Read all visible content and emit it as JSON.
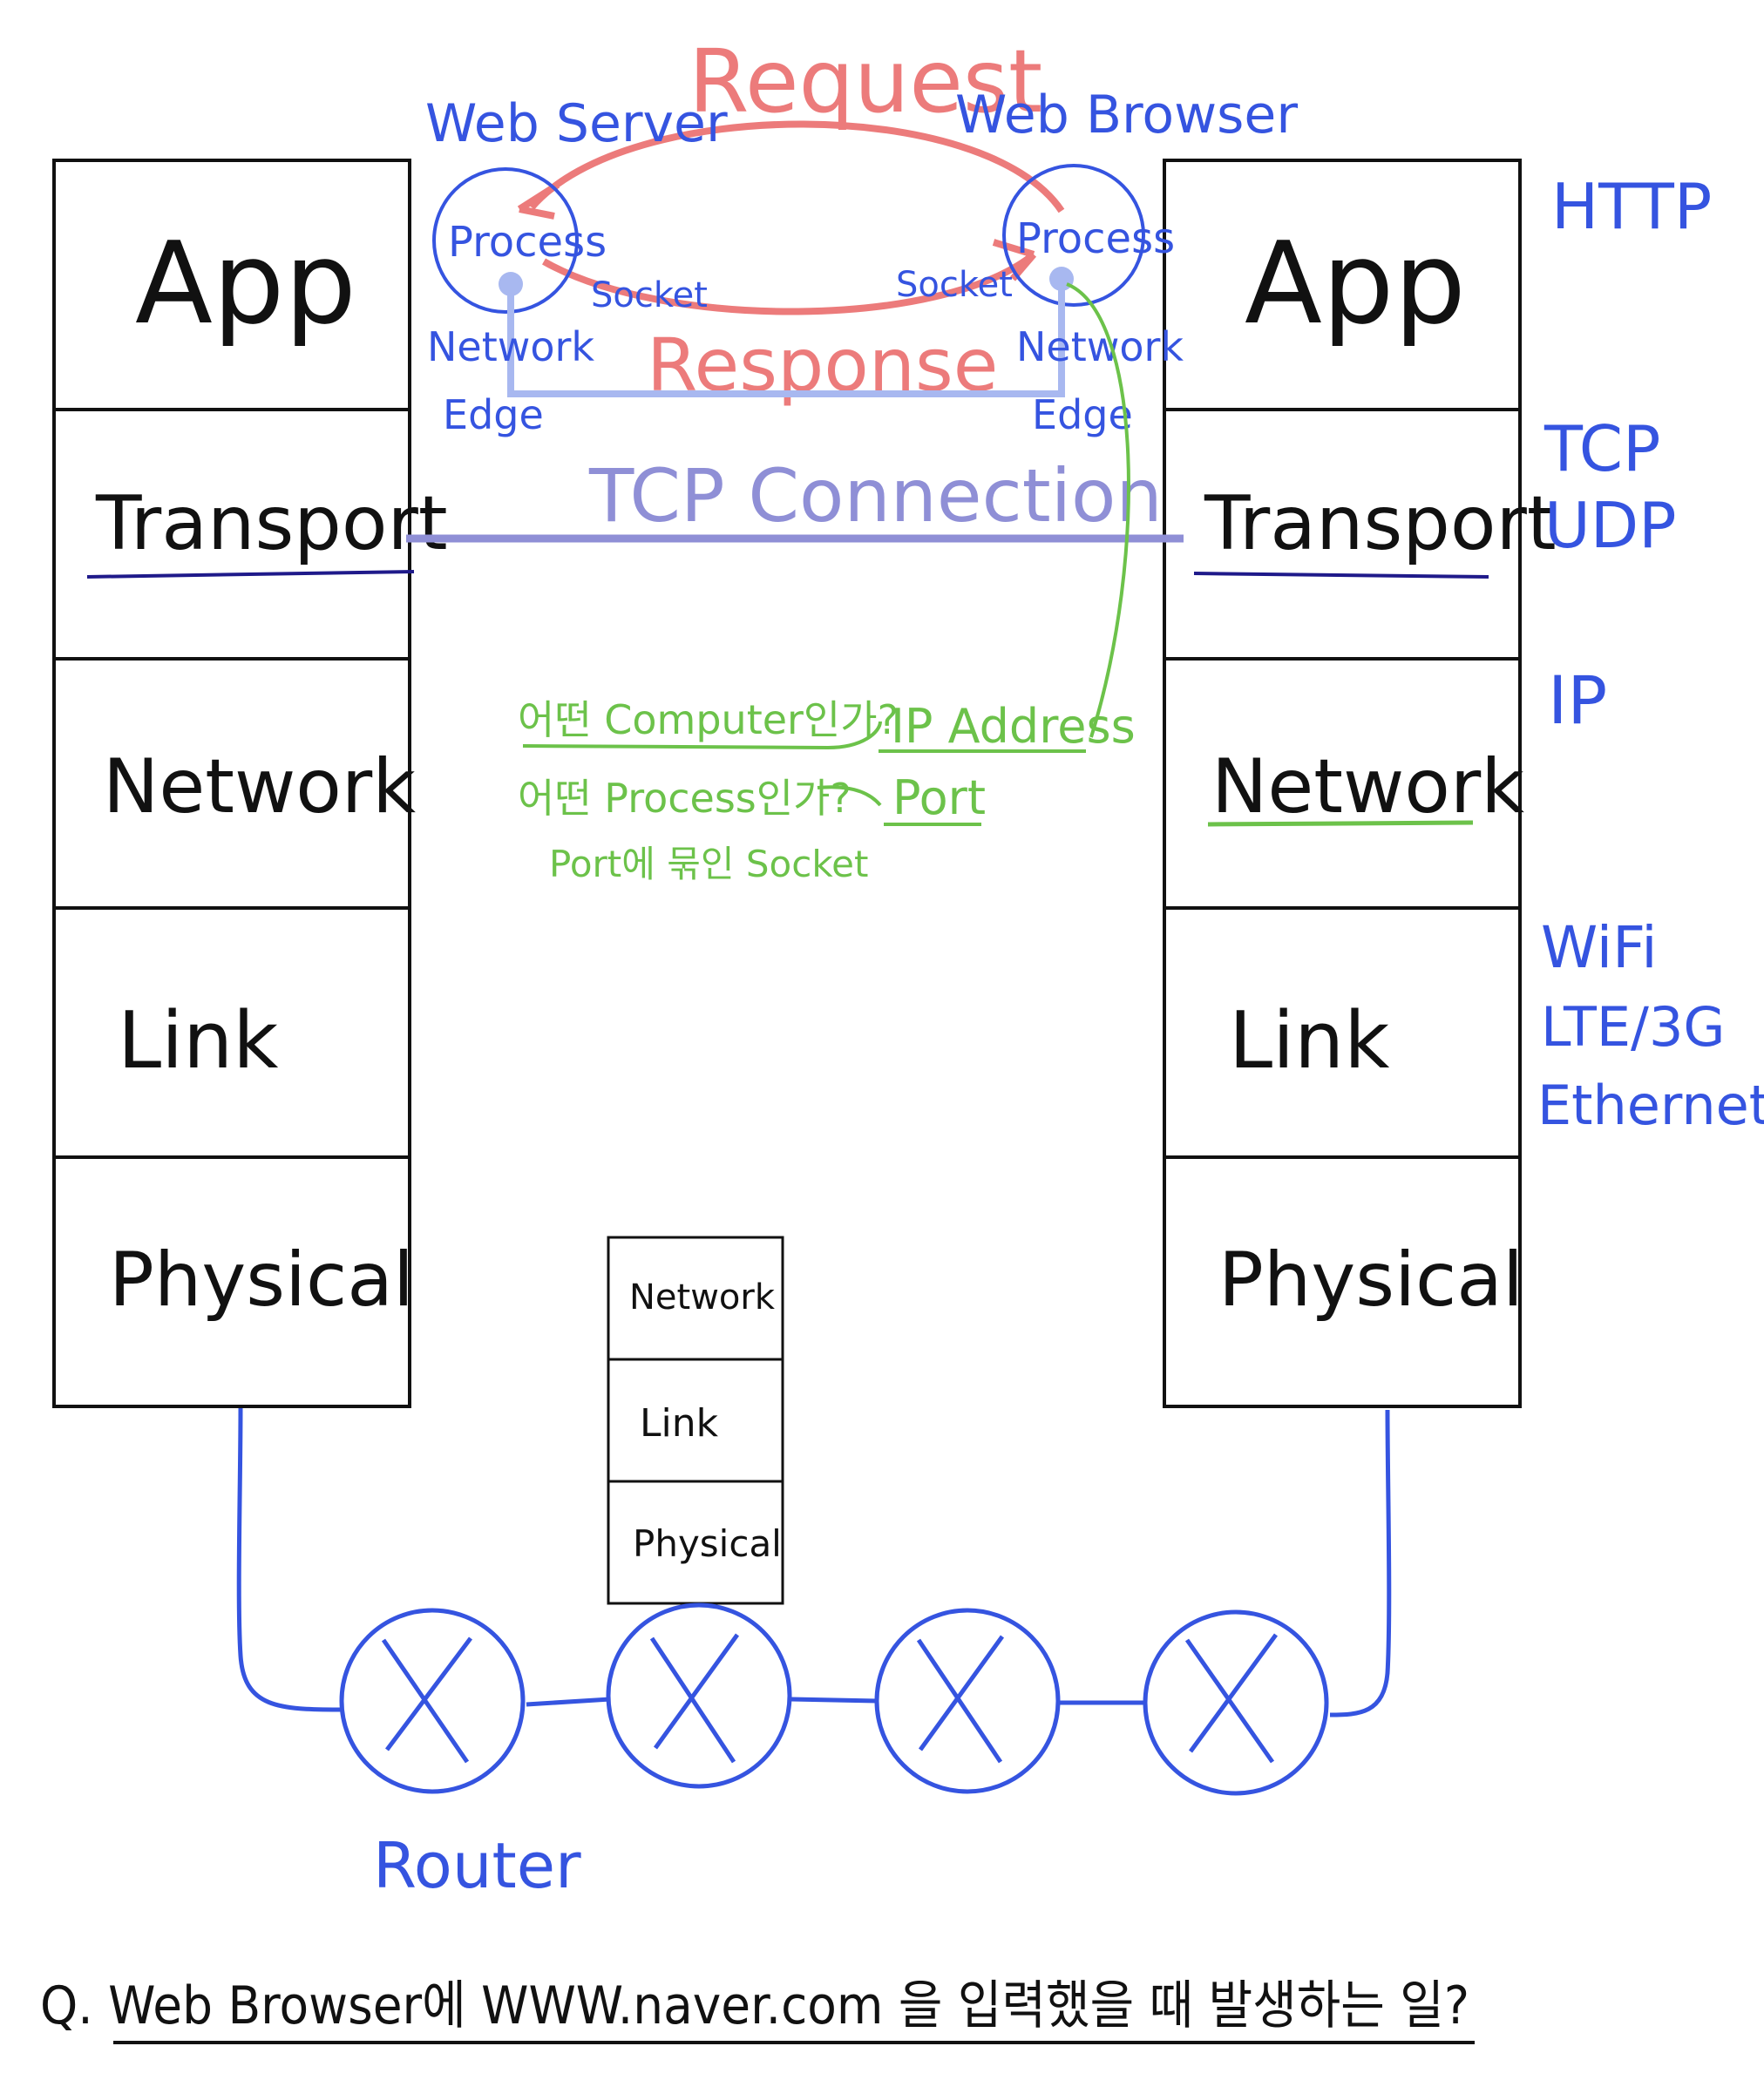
{
  "colors": {
    "black": "#111111",
    "blue": "#3554e0",
    "pale_blue": "#a8b8f0",
    "red": "#ec7b7b",
    "green": "#6cc24a",
    "purple": "#8f8fd6",
    "navy": "#1f1a8a"
  },
  "left_stack": {
    "layers": [
      "App",
      "Transport",
      "Network",
      "Link",
      "Physical"
    ]
  },
  "right_stack": {
    "layers": [
      "App",
      "Transport",
      "Network",
      "Link",
      "Physical"
    ]
  },
  "router_stack": {
    "layers": [
      "Network",
      "Link",
      "Physical"
    ]
  },
  "protocols": {
    "app": "HTTP",
    "transport": [
      "TCP",
      "UDP"
    ],
    "network": "IP",
    "link": [
      "WiFi",
      "LTE/3G",
      "Ethernet"
    ]
  },
  "top": {
    "request": "Request",
    "response": "Response",
    "web_server": "Web Server",
    "web_browser": "Web Browser",
    "process_left": "Process",
    "process_right": "Process",
    "socket_left": "Socket",
    "socket_right": "Socket",
    "edge_left": [
      "Network",
      "Edge"
    ],
    "edge_right": [
      "Network",
      "Edge"
    ],
    "tcp_connection": "TCP Connection"
  },
  "notes": {
    "q_computer": "어떤 Computer인가?",
    "ip_address": "IP Address",
    "q_process": "어떤 Process인가?",
    "port": "Port",
    "port_socket": "Port에 묶인 Socket"
  },
  "router_label": "Router",
  "question": "Q. Web Browser에 WWW.naver.com 을 입력했을 때 발생하는 일?",
  "icons": {
    "router": "router-x-icon",
    "socket": "socket-dot-icon"
  }
}
